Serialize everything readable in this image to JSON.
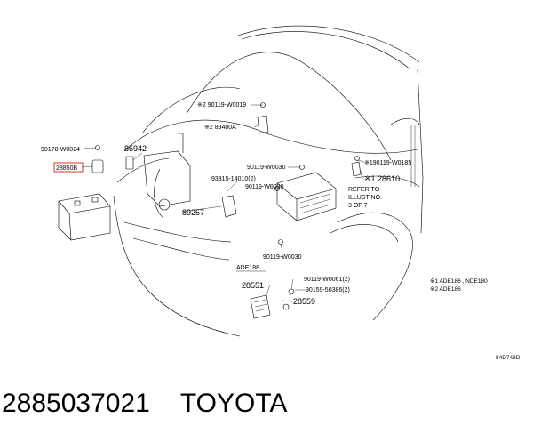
{
  "parts": {
    "p_90119_W0019": "※2 90119-W0019",
    "p_89480A": "※2 89480A",
    "p_90178_W0024": "90178-W0024",
    "p_28850B": "28850B",
    "p_85942": "85942",
    "p_90119_W0030_a": "90119-W0030",
    "p_93315_14010": "93315-14010(2)",
    "p_90119_W0030_b": "90119-W0030",
    "p_89257": "89257",
    "p_90119_W0185": "※190119-W0185",
    "p_28610": "※1 28610",
    "refer_1": "REFER TO",
    "refer_2": "ILLUST NO.",
    "refer_3": "3 OF 7",
    "p_90119_W0030_c": "90119-W0030",
    "p_ade188": "ADE188",
    "p_90119_W0061": "90119-W0061(2)",
    "p_28551": "28551",
    "p_90159_50386": "90159-50386(2)",
    "p_28559": "28559"
  },
  "notes": {
    "note_1": "※1  ADE186 , NDE180",
    "note_2": "※2  ADE186"
  },
  "drawing_id": "84D743D",
  "caption": {
    "part_number": "2885037021",
    "brand": "TOYOTA"
  }
}
